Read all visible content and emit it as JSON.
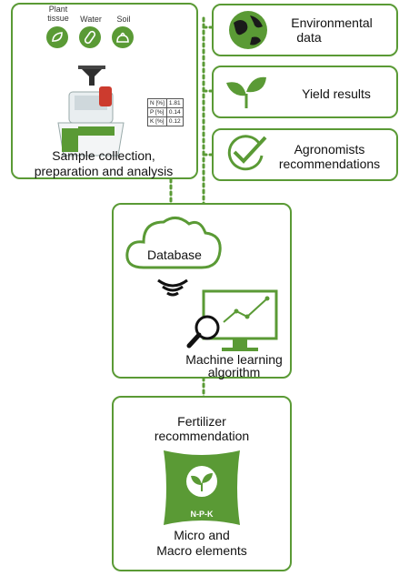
{
  "colors": {
    "green": "#5a9a35",
    "dark_green": "#3d7a24",
    "dot": "#5a9a35"
  },
  "sample_box": {
    "sources": [
      {
        "label": "Plant\ntissue",
        "icon": "leaf-icon"
      },
      {
        "label": "Water",
        "icon": "test-tube-icon"
      },
      {
        "label": "Soil",
        "icon": "soil-bag-icon"
      }
    ],
    "npk_table": [
      {
        "el": "N [%]",
        "val": "1.81"
      },
      {
        "el": "P [%]",
        "val": "0.14"
      },
      {
        "el": "K [%]",
        "val": "0.12"
      }
    ],
    "caption_line1": "Sample collection,",
    "caption_line2": "preparation and analysis"
  },
  "inputs": [
    {
      "line1": "Environmental",
      "line2": "data",
      "icon": "globe-icon"
    },
    {
      "line1": "Yield results",
      "line2": "",
      "icon": "sprout-icon"
    },
    {
      "line1": "Agronomists",
      "line2": "recommendations",
      "icon": "checkmark-icon"
    }
  ],
  "ml_box": {
    "database_label": "Database",
    "ml_line1": "Machine learning",
    "ml_line2": "algorithm"
  },
  "fert_box": {
    "title_line1": "Fertilizer",
    "title_line2": "recommendation",
    "bag_label": "N-P-K",
    "bottom_line1": "Micro and",
    "bottom_line2": "Macro elements"
  }
}
